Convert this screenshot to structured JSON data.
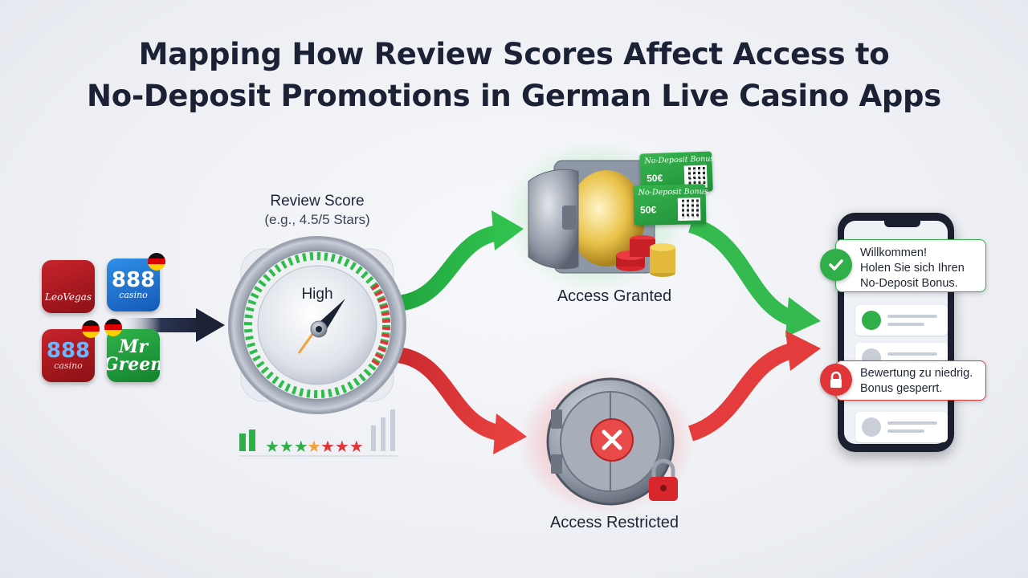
{
  "title": {
    "line1": "Mapping How Review Scores Affect Access to",
    "line2": "No-Deposit Promotions in German Live Casino Apps"
  },
  "apps": [
    {
      "name": "LeoVegas",
      "primary": "LeoVegas",
      "secondary": "",
      "color": "#b81d24",
      "flag": false
    },
    {
      "name": "888 casino",
      "primary": "888",
      "secondary": "casino",
      "color": "#2a7fd8",
      "flag": true
    },
    {
      "name": "888 casino",
      "primary": "888",
      "secondary": "casino",
      "color": "#a9161d",
      "flag": true
    },
    {
      "name": "Mr Green",
      "primary": "Mr",
      "secondary": "Green",
      "color": "#24a13f",
      "flag": true
    }
  ],
  "review": {
    "title": "Review Score",
    "subtitle": "(e.g., 4.5/5 Stars)",
    "gauge_label": "High"
  },
  "outcomes": {
    "granted": "Access Granted",
    "restricted": "Access Restricted"
  },
  "bonus_cards": [
    {
      "title": "No-Deposit Bonus",
      "value": "50€"
    },
    {
      "title": "No-Deposit Bonus",
      "value": "50€"
    }
  ],
  "phone": {
    "success_line1": "Willkommen!",
    "success_line2": "Holen Sie sich Ihren",
    "success_line3": "No-Deposit Bonus.",
    "error_line1": "Bewertung zu niedrig.",
    "error_line2": "Bonus gesperrt."
  },
  "colors": {
    "green": "#2fae4a",
    "red": "#e0363a",
    "navy": "#1c2236"
  }
}
